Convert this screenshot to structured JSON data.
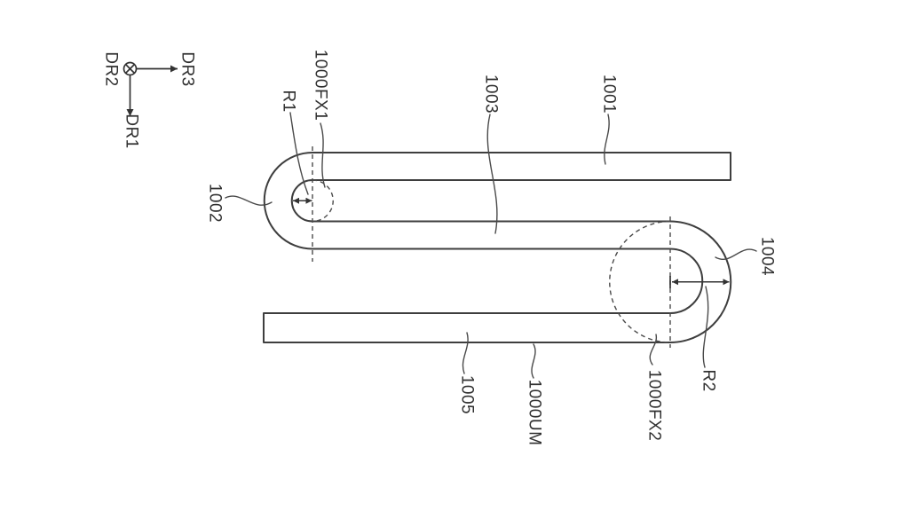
{
  "meta": {
    "background_color": "#ffffff",
    "line_color": "#3e3e3e",
    "text_color": "#303030",
    "figure_kind": "patent fold diagram of S-folded display panel"
  },
  "axes": {
    "origin_icon": "axis-into-page",
    "dr1": "DR1",
    "dr2": "DR2",
    "dr3": "DR3"
  },
  "parts": {
    "top_panel": "1001",
    "left_fold": "1002",
    "middle_panel": "1003",
    "right_fold": "1004",
    "bottom_panel": "1005"
  },
  "annotations": {
    "left_radius": "R1",
    "right_radius": "R2",
    "left_fold_axis": "1000FX1",
    "right_fold_axis": "1000FX2",
    "module": "1000UM"
  }
}
